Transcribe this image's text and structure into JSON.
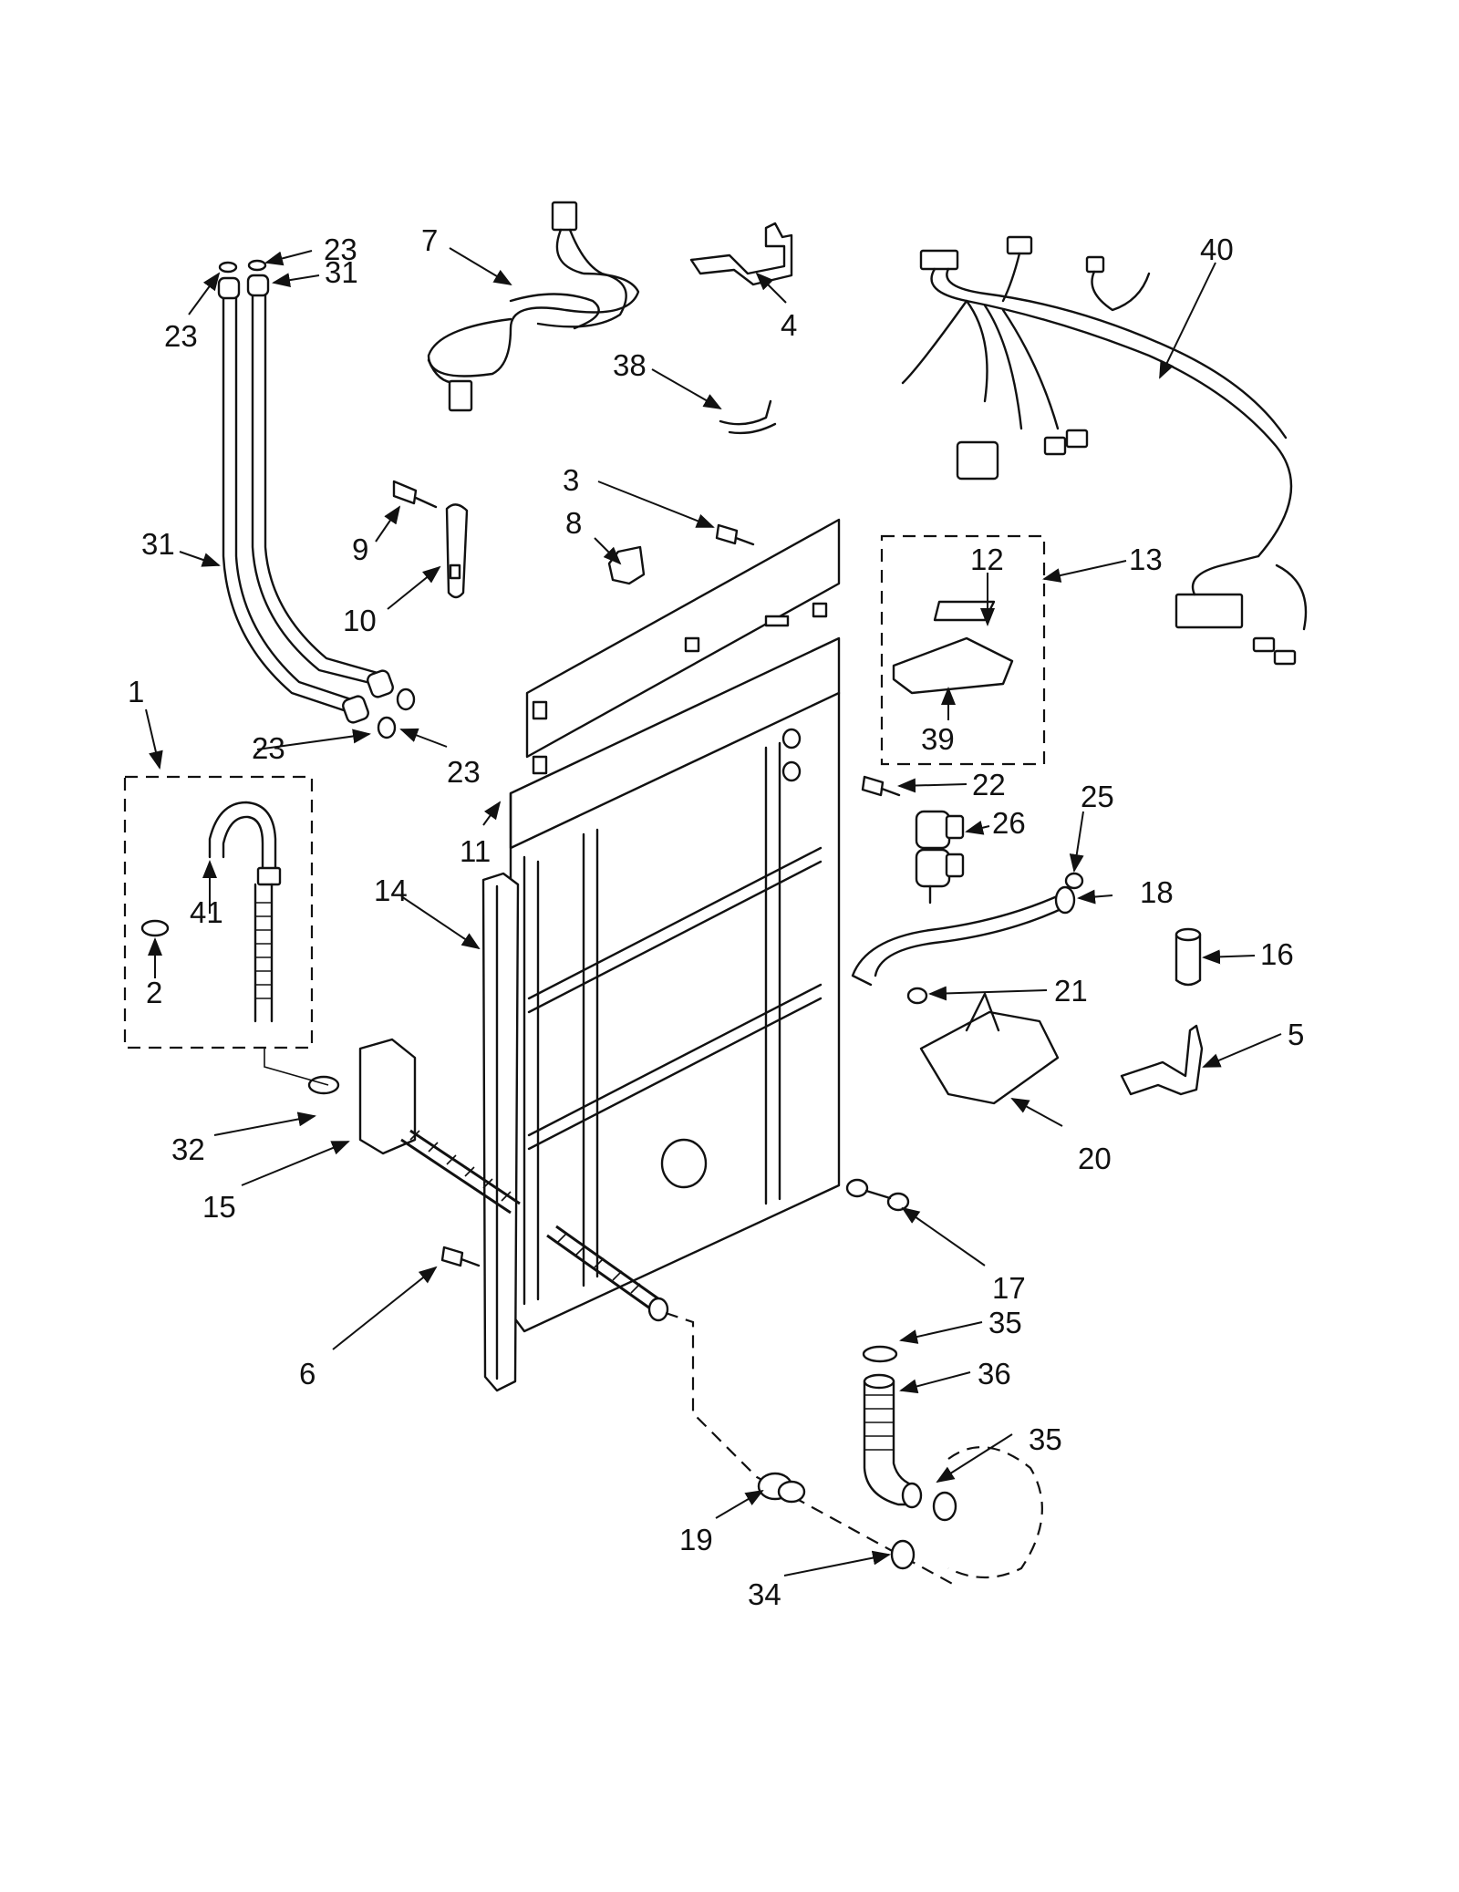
{
  "callouts": [
    {
      "id": "c23a",
      "text": "23"
    },
    {
      "id": "c23b",
      "text": "23"
    },
    {
      "id": "c31a",
      "text": "31"
    },
    {
      "id": "c7",
      "text": "7"
    },
    {
      "id": "c4",
      "text": "4"
    },
    {
      "id": "c40",
      "text": "40"
    },
    {
      "id": "c38",
      "text": "38"
    },
    {
      "id": "c3",
      "text": "3"
    },
    {
      "id": "c8",
      "text": "8"
    },
    {
      "id": "c9",
      "text": "9"
    },
    {
      "id": "c10",
      "text": "10"
    },
    {
      "id": "c31b",
      "text": "31"
    },
    {
      "id": "c12",
      "text": "12"
    },
    {
      "id": "c13",
      "text": "13"
    },
    {
      "id": "c39",
      "text": "39"
    },
    {
      "id": "c1",
      "text": "1"
    },
    {
      "id": "c23c",
      "text": "23"
    },
    {
      "id": "c23d",
      "text": "23"
    },
    {
      "id": "c22",
      "text": "22"
    },
    {
      "id": "c11",
      "text": "11"
    },
    {
      "id": "c26",
      "text": "26"
    },
    {
      "id": "c25",
      "text": "25"
    },
    {
      "id": "c41",
      "text": "41"
    },
    {
      "id": "c14",
      "text": "14"
    },
    {
      "id": "c18",
      "text": "18"
    },
    {
      "id": "c2",
      "text": "2"
    },
    {
      "id": "c16",
      "text": "16"
    },
    {
      "id": "c21",
      "text": "21"
    },
    {
      "id": "c5",
      "text": "5"
    },
    {
      "id": "c32",
      "text": "32"
    },
    {
      "id": "c20",
      "text": "20"
    },
    {
      "id": "c15",
      "text": "15"
    },
    {
      "id": "c17",
      "text": "17"
    },
    {
      "id": "c6",
      "text": "6"
    },
    {
      "id": "c35a",
      "text": "35"
    },
    {
      "id": "c36",
      "text": "36"
    },
    {
      "id": "c35b",
      "text": "35"
    },
    {
      "id": "c19",
      "text": "19"
    },
    {
      "id": "c34",
      "text": "34"
    }
  ]
}
